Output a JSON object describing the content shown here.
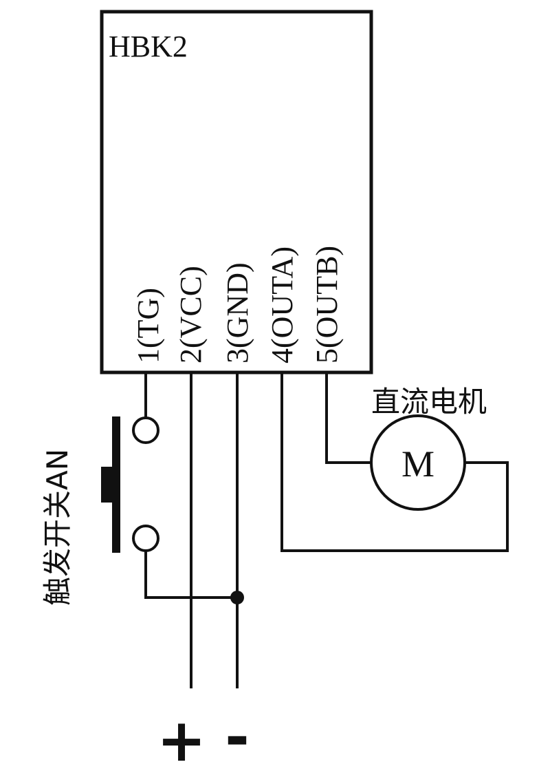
{
  "module": {
    "label": "HBK2",
    "pins": [
      {
        "label": "1(TG)"
      },
      {
        "label": "2(VCC)"
      },
      {
        "label": "3(GND)"
      },
      {
        "label": "4(OUTA)"
      },
      {
        "label": "5(OUTB)"
      }
    ]
  },
  "switch": {
    "label": "触发开关AN"
  },
  "motor": {
    "label": "直流电机",
    "symbol": "M"
  },
  "power": {
    "positive": "+",
    "negative": "-"
  }
}
